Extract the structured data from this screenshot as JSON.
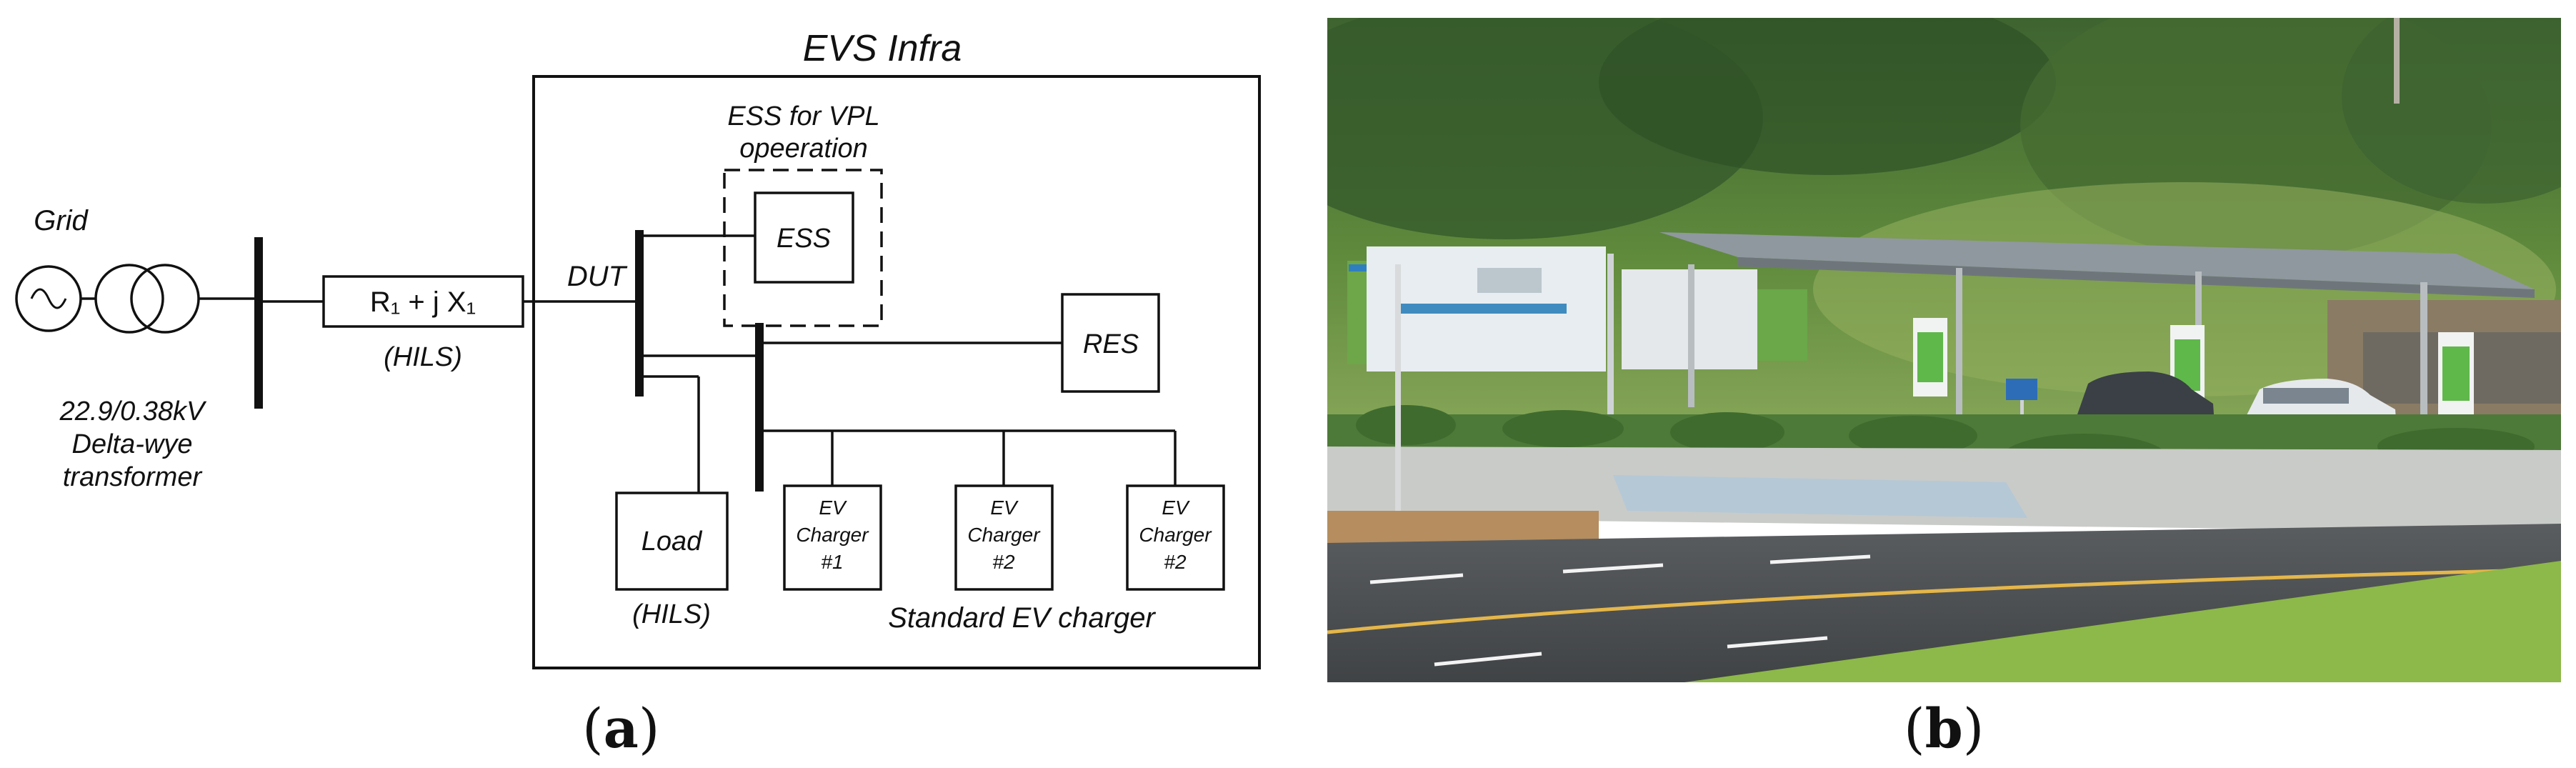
{
  "panel_a": {
    "label": "a",
    "infra_title": "EVS Infra",
    "grid_label": "Grid",
    "transformer_rating": "22.9/0.38kV",
    "transformer_type_line1": "Delta-wye",
    "transformer_type_line2": "transformer",
    "impedance_label": "R₁ + j X₁",
    "impedance_sub": "(HILS)",
    "dut_label": "DUT",
    "ess_group_line1": "ESS for VPL",
    "ess_group_line2": "opeeration",
    "ess_label": "ESS",
    "res_label": "RES",
    "load_label": "Load",
    "load_sub": "(HILS)",
    "chargers": [
      {
        "line1": "EV",
        "line2": "Charger",
        "line3": "#1"
      },
      {
        "line1": "EV",
        "line2": "Charger",
        "line3": "#2"
      },
      {
        "line1": "EV",
        "line2": "Charger",
        "line3": "#2"
      }
    ],
    "charger_caption": "Standard EV charger"
  },
  "panel_b": {
    "label": "b",
    "colors": {
      "sky_vegetation": "#4f7a3a",
      "grass_bright": "#8fb05a",
      "asphalt": "#4d5052",
      "container": "#e9eef2",
      "canopy": "#8b949b",
      "charger_green": "#5fb84a"
    }
  }
}
